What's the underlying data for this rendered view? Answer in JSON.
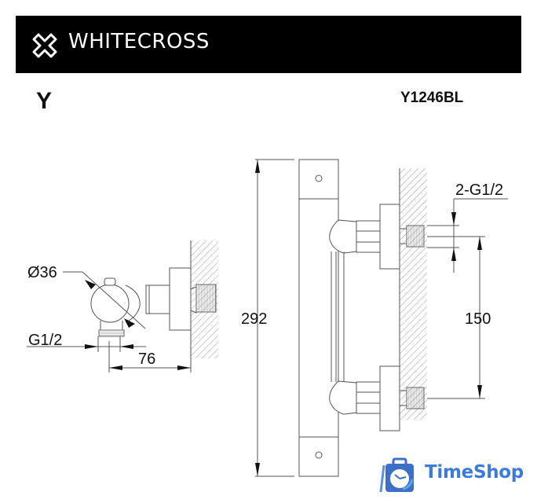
{
  "header": {
    "brand_name": "WHITECROSS",
    "brand_logo_icon": "cross-outline-icon",
    "background_color": "#000000",
    "text_color": "#ffffff"
  },
  "title_row": {
    "series_letter": "Y",
    "model_code": "Y1246BL"
  },
  "side_view": {
    "diameter_label": "Ø36",
    "thread_label": "G1/2",
    "depth_label": "76"
  },
  "front_view": {
    "height_label": "292",
    "inlet_thread_label": "2-G1/2",
    "inlet_spacing_label": "150"
  },
  "watermark": {
    "text": "TimeShop",
    "icon": "clock-bag-icon",
    "color": "#3d7bd9"
  },
  "colors": {
    "line": "#555555",
    "hatch": "#9a9a9a",
    "dimension_text": "#111111"
  }
}
